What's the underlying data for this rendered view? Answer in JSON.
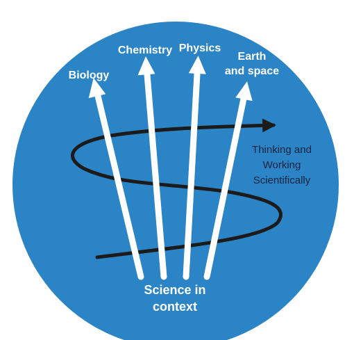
{
  "colors": {
    "circle_fill": "#2a84c6",
    "arrow_white": "#ffffff",
    "spiral_stroke": "#1b1b1b",
    "label_white": "#ffffff",
    "label_dark": "#13233d"
  },
  "diagram": {
    "disciplines": [
      {
        "label": "Biology"
      },
      {
        "label": "Chemistry"
      },
      {
        "label": "Physics"
      },
      {
        "label_lines": [
          "Earth",
          "and space"
        ]
      }
    ],
    "spiral_label_lines": [
      "Thinking and",
      "Working",
      "Scientifically"
    ],
    "base_label_lines": [
      "Science in",
      "context"
    ]
  }
}
